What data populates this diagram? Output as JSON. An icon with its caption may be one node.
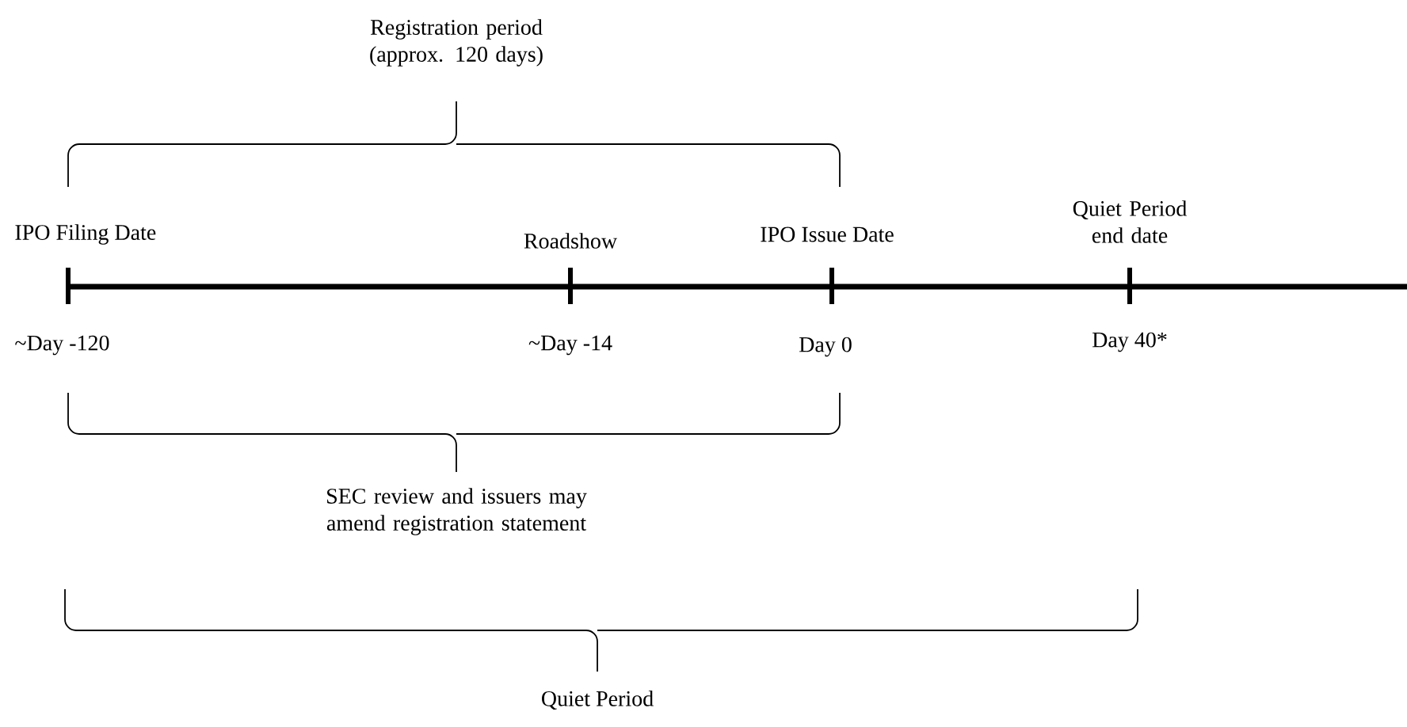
{
  "diagram": {
    "labels": [
      "Registration period (approx. 120 days)",
      "IPO Filing Date",
      "Roadshow",
      "IPO Issue Date",
      "Quiet Period end date",
      "~Day -120",
      "~Day -14",
      "Day 0",
      "Day 40*",
      "SEC review and issuers may amend registration statement",
      "Quiet Period"
    ]
  }
}
